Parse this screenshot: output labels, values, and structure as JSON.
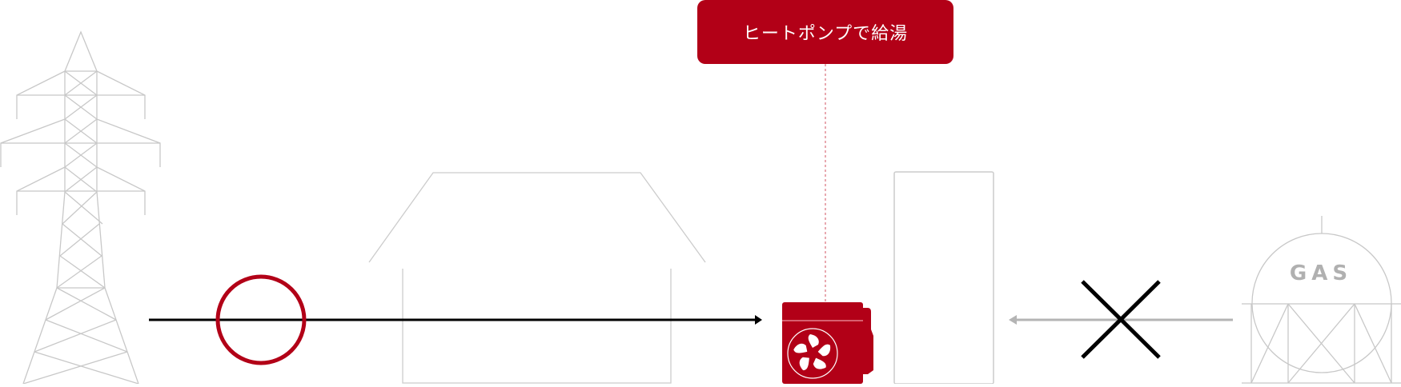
{
  "diagram": {
    "callout": {
      "label": "ヒートポンプで給湯"
    },
    "electric_flow": {
      "status": "allowed",
      "mark": "circle"
    },
    "gas_flow": {
      "status": "blocked",
      "mark": "cross"
    },
    "gas_tank": {
      "label": "GAS"
    },
    "elements": [
      "power-tower",
      "house",
      "heat-pump-unit",
      "hot-water-tank",
      "gas-tank"
    ]
  },
  "colors": {
    "accent": "#b20017",
    "outline": "#c8c8c8",
    "flow_line": "#000000",
    "gas_flow_line": "#b4b4b4"
  }
}
